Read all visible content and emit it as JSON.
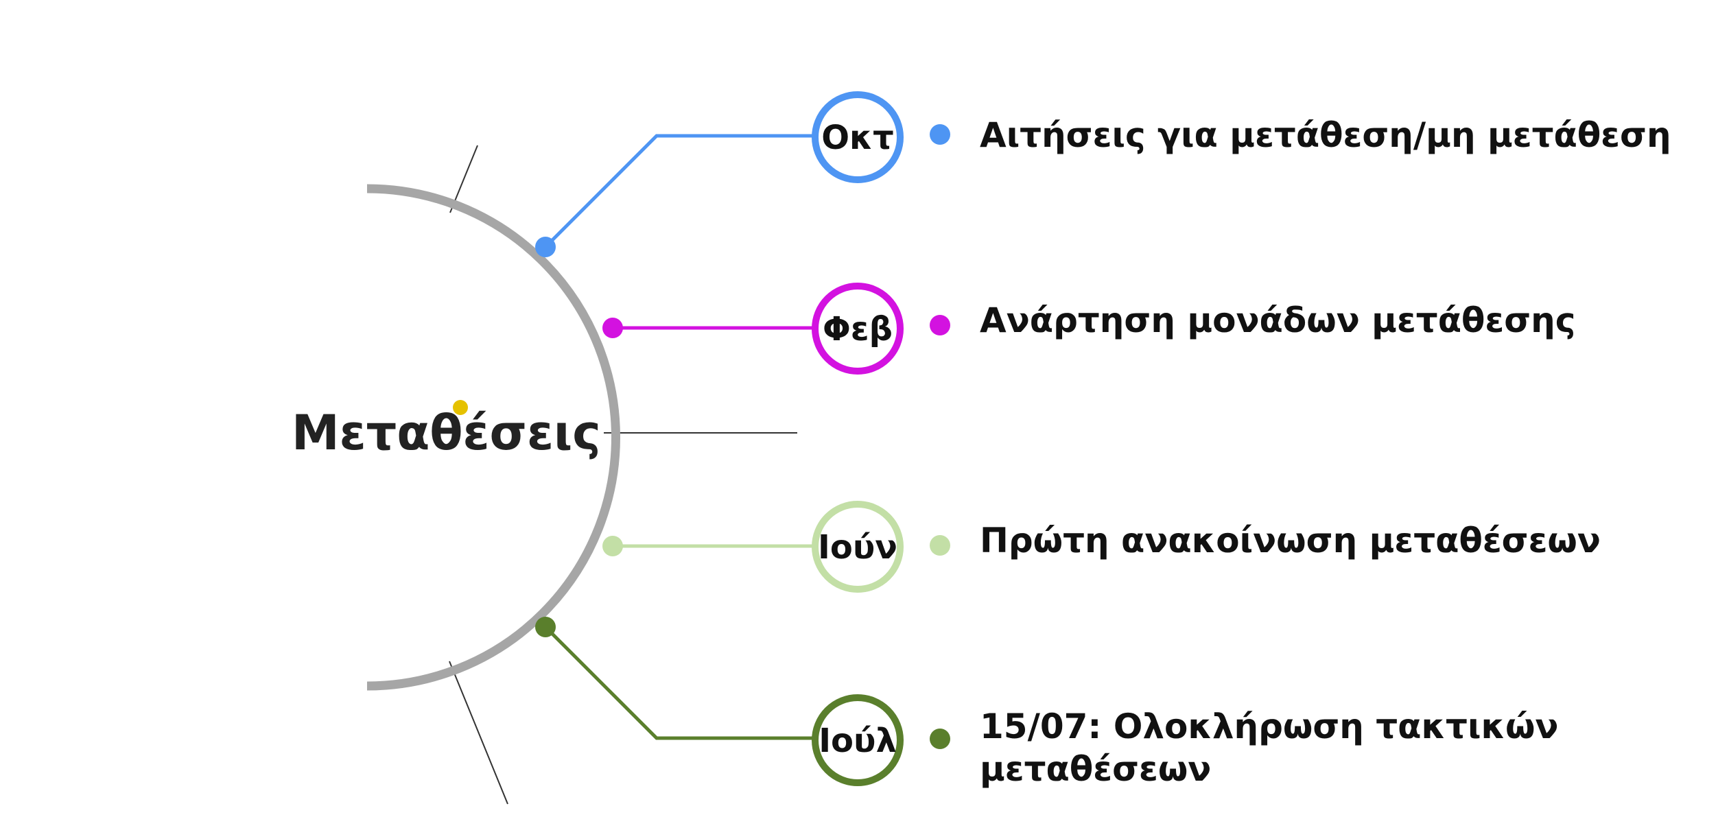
{
  "diagram": {
    "title": "Μεταθέσεις",
    "arc_color": "#a6a6a6",
    "accent_dot_color": "#e5c100",
    "items": [
      {
        "month": "Οκτ",
        "color": "#4e95f3",
        "text_lines": [
          "Αιτήσεις για μετάθεση/μη μετάθεση"
        ]
      },
      {
        "month": "Φεβ",
        "color": "#d312e0",
        "text_lines": [
          "Ανάρτηση μονάδων μετάθεσης"
        ]
      },
      {
        "month": "Ιούν",
        "color": "#c3dfa6",
        "text_lines": [
          "Πρώτη ανακοίνωση μεταθέσεων"
        ]
      },
      {
        "month": "Ιούλ",
        "color": "#5a7f2c",
        "text_lines": [
          "15/07: Ολοκλήρωση τακτικών",
          "μεταθέσεων"
        ]
      }
    ]
  }
}
